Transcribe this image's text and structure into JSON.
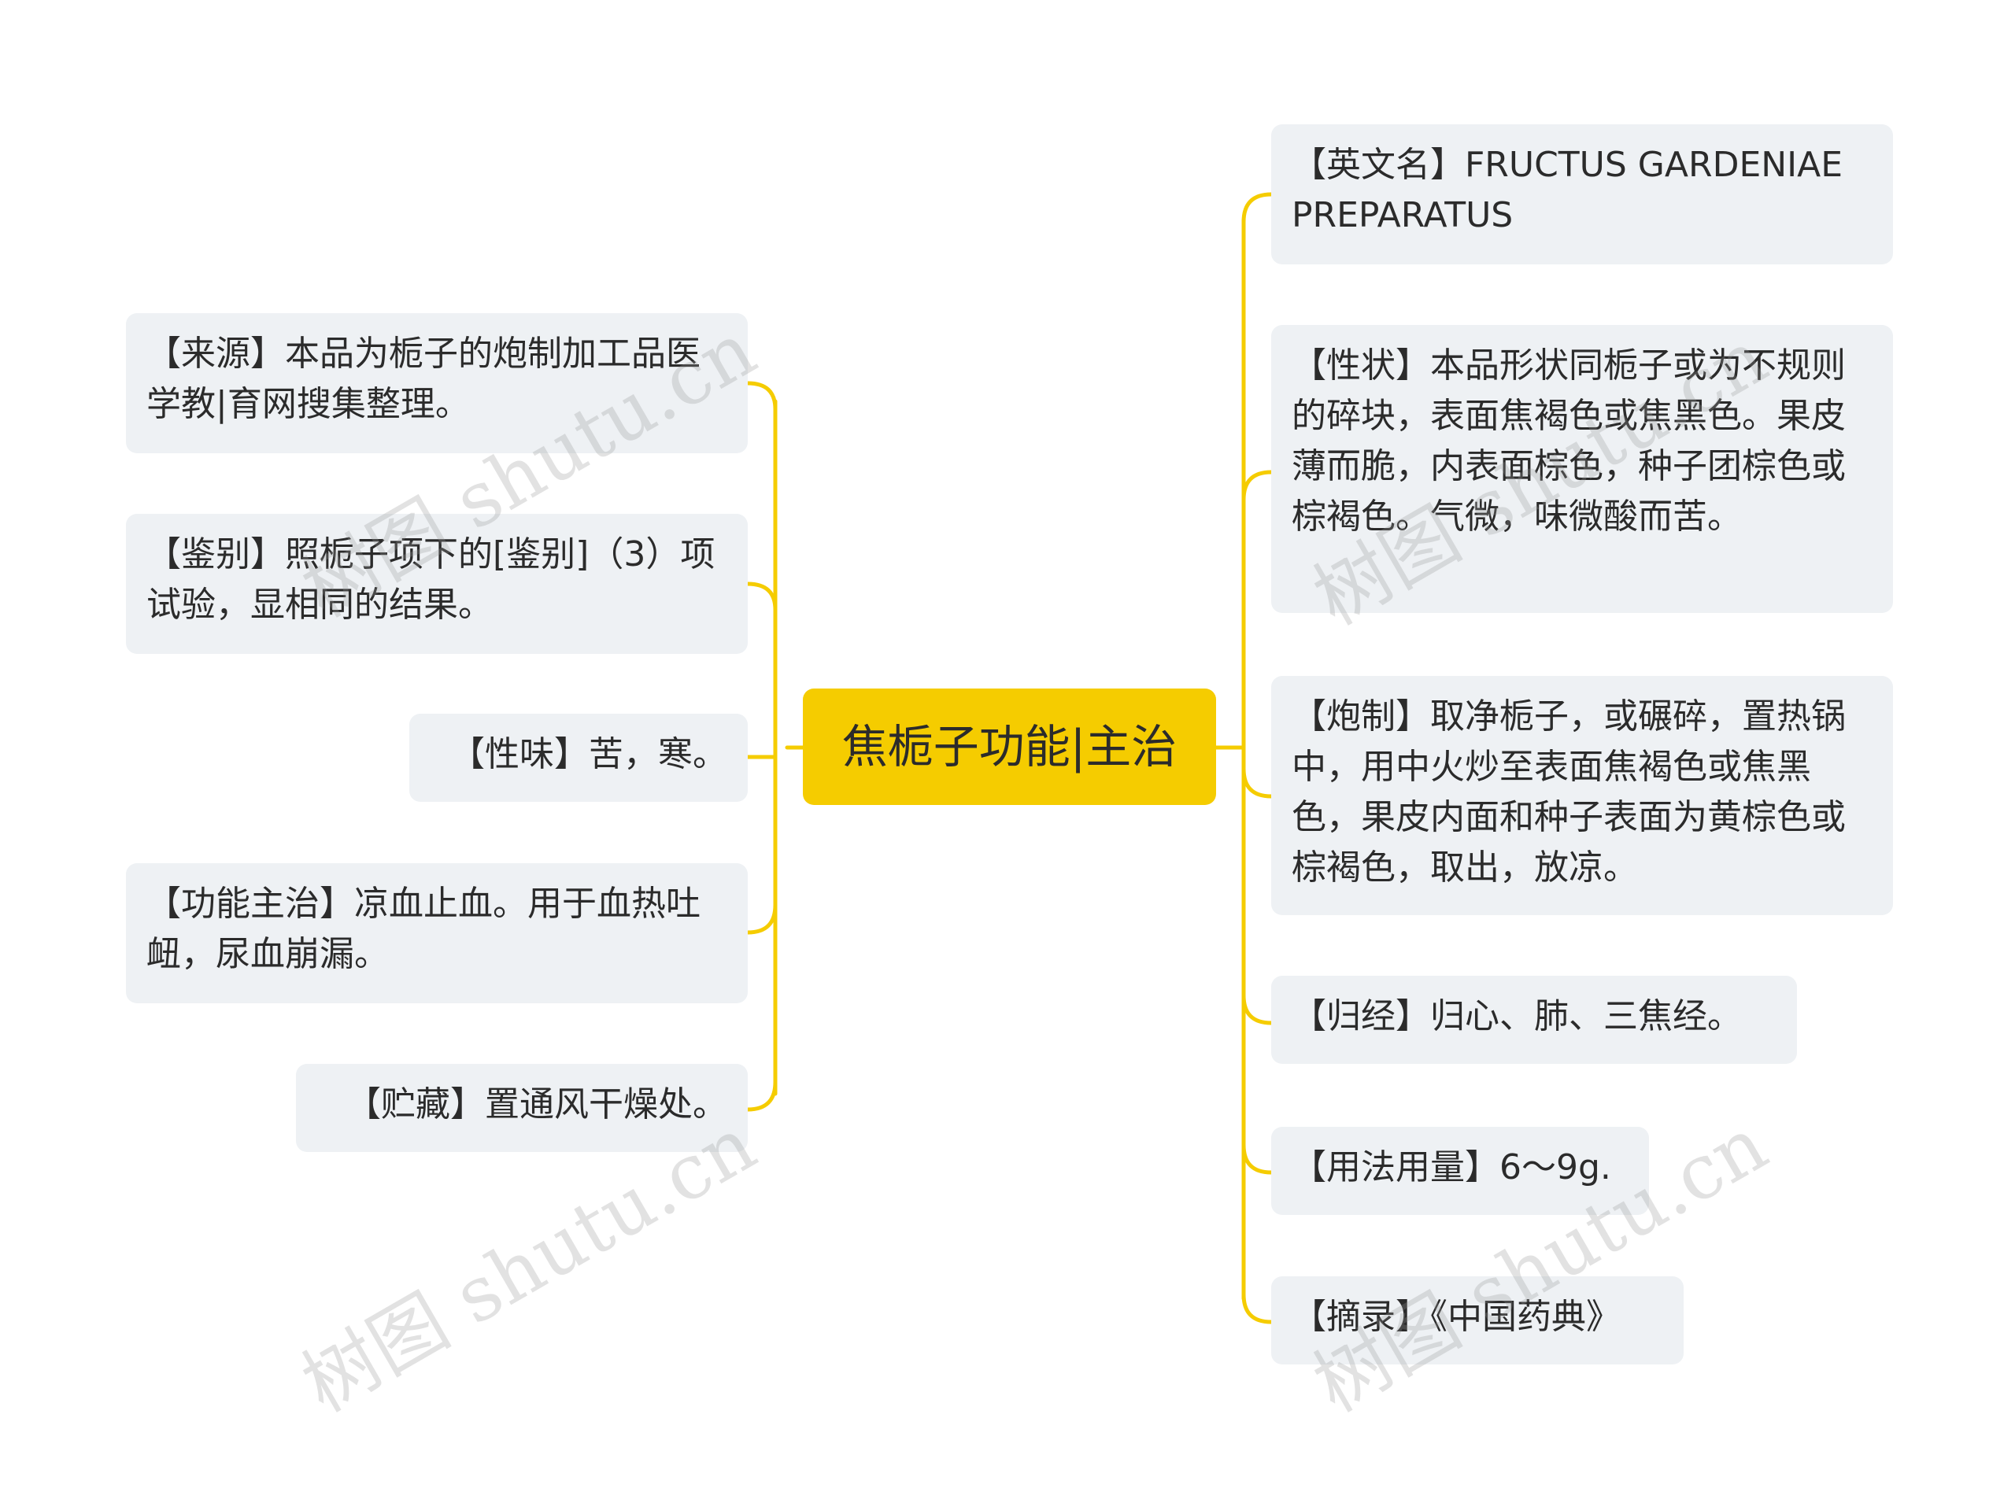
{
  "center": {
    "title": "焦栀子功能|主治"
  },
  "left_nodes": [
    "【来源】本品为栀子的炮制加工品医学教|育网搜集整理。",
    "【鉴别】照栀子项下的[鉴别]（3）项试验，显相同的结果。",
    "【性味】苦，寒。",
    "【功能主治】凉血止血。用于血热吐衄，尿血崩漏。",
    "【贮藏】置通风干燥处。"
  ],
  "right_nodes": [
    "【英文名】FRUCTUS GARDENIAE PREPARATUS",
    "【性状】本品形状同栀子或为不规则的碎块，表面焦褐色或焦黑色。果皮薄而脆，内表面棕色，种子团棕色或棕褐色。气微，味微酸而苦。",
    "【炮制】取净栀子，或碾碎，置热锅中，用中火炒至表面焦褐色或焦黑色，果皮内面和种子表面为黄棕色或棕褐色，取出，放凉。",
    "【归经】归心、肺、三焦经。",
    "【用法用量】6～9g.",
    "【摘录】《中国药典》"
  ],
  "watermarks": [
    "树图 shutu.cn",
    "树图 shutu.cn",
    "树图 shutu.cn",
    "树图 shutu.cn"
  ],
  "colors": {
    "connector": "#f5cc00",
    "center_fill": "#f5cc00",
    "node_fill": "#eef1f4",
    "text": "#2b2b2b"
  }
}
